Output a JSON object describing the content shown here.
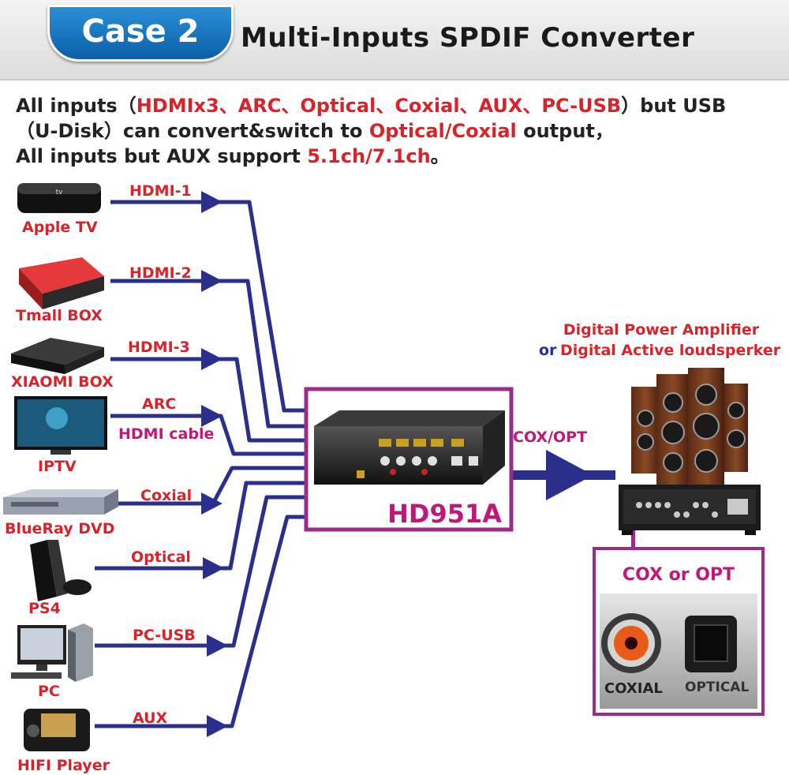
{
  "banner": {
    "case_label": "Case 2",
    "title": "Multi-Inputs SPDIF Converter"
  },
  "intro": {
    "line1_pre": "All inputs（",
    "line1_inputs": "HDMIx3、ARC、Optical、Coxial、AUX、PC-USB",
    "line1_post": "）but USB",
    "line2_pre": "（U-Disk）can convert&switch to ",
    "line2_out": "Optical/Coxial",
    "line2_post": " output，",
    "line3_pre": "All inputs but AUX support ",
    "line3_ch": "5.1ch/7.1ch",
    "line3_post": "。"
  },
  "sources": [
    {
      "device": "Apple TV",
      "connection": "HDMI-1",
      "icon": "apple-tv-icon"
    },
    {
      "device": "Tmall BOX",
      "connection": "HDMI-2",
      "icon": "tmall-box-icon"
    },
    {
      "device": "XIAOMI BOX",
      "connection": "HDMI-3",
      "icon": "xiaomi-box-icon"
    },
    {
      "device": "IPTV",
      "connection": "ARC",
      "connection_sub": "HDMI cable",
      "icon": "tv-icon"
    },
    {
      "device": "BlueRay DVD",
      "connection": "Coxial",
      "icon": "dvd-player-icon"
    },
    {
      "device": "PS4",
      "connection": "Optical",
      "icon": "ps4-icon"
    },
    {
      "device": "PC",
      "connection": "PC-USB",
      "icon": "pc-icon"
    },
    {
      "device": "HIFI Player",
      "connection": "AUX",
      "icon": "hifi-player-icon"
    }
  ],
  "converter": {
    "model": "HD951A"
  },
  "output": {
    "connection": "COX/OPT",
    "target_line1": "Digital Power Amplifier",
    "target_line2_pre": "or ",
    "target_line2": "Digital  Active loudsperker",
    "port_box_title": "COX or OPT",
    "port_coax": "COXIAL",
    "port_optical": "OPTICAL"
  },
  "colors": {
    "line": "#2b2f8c",
    "red": "#d8232a",
    "frame": "#9b2a8a",
    "banner_blue": "#0a5fa8"
  }
}
